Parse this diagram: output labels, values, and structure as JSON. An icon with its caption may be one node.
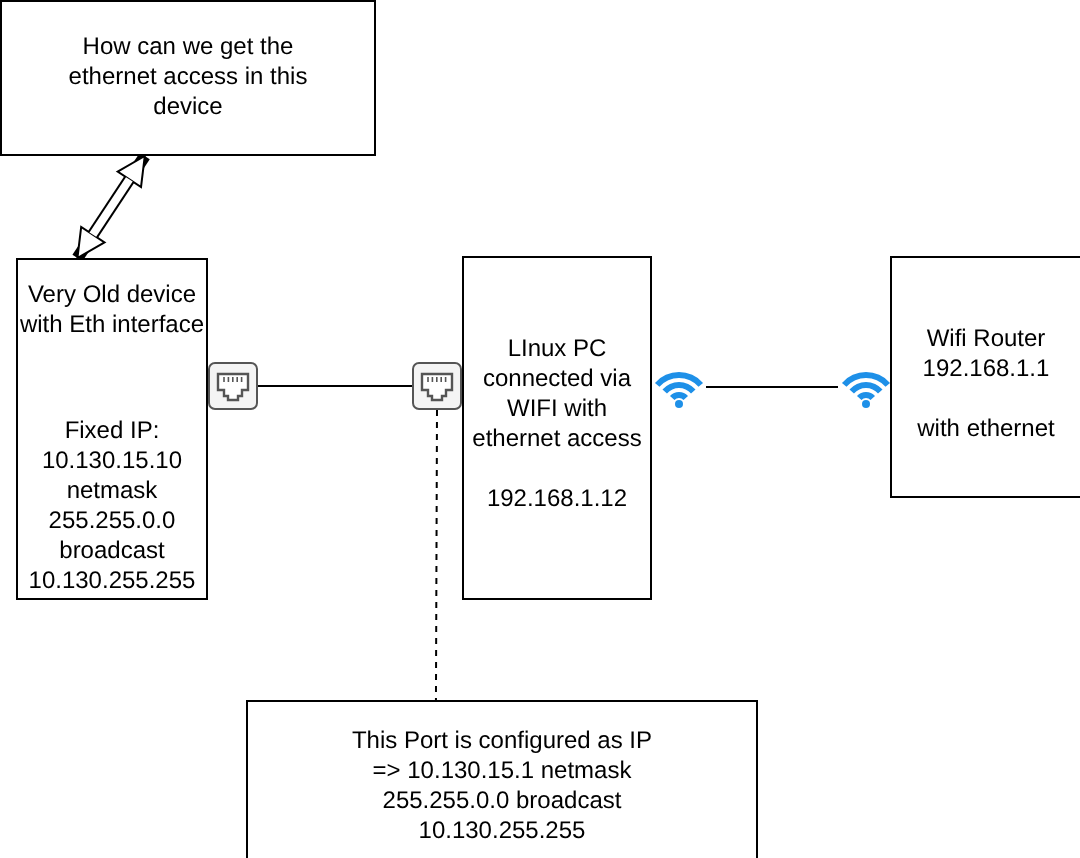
{
  "diagram": {
    "nodes": [
      {
        "text": [
          "How can we get the ethernet access in this device"
        ]
      },
      {
        "text": [
          "Very Old device with Eth interface",
          "Fixed IP: 10.130.15.10 netmask 255.255.0.0 broadcast 10.130.255.255"
        ]
      },
      {
        "text": [],
        "shape": "port"
      },
      {
        "text": [],
        "shape": "port"
      },
      {
        "text": [
          "LInux PC connected via WIFI with ethernet access",
          "192.168.1.12"
        ]
      },
      {
        "text": [],
        "shape": "wifi"
      },
      {
        "text": [],
        "shape": "wifi"
      },
      {
        "text": [
          "Wifi Router 192.168.1.1",
          "with ethernet"
        ]
      },
      {
        "text": [
          "This Port is configured as IP => 10.130.15.1 netmask 255.255.0.0 broadcast 10.130.255.255"
        ]
      }
    ],
    "edges": [
      {
        "from": 0,
        "to": 1,
        "arrow": "both",
        "style": "thick"
      },
      {
        "from": 2,
        "to": 3,
        "arrow": "none"
      },
      {
        "from": 5,
        "to": 6,
        "arrow": "none"
      },
      {
        "from": 3,
        "to": 8,
        "arrow": "none",
        "style": "dashed"
      }
    ]
  }
}
